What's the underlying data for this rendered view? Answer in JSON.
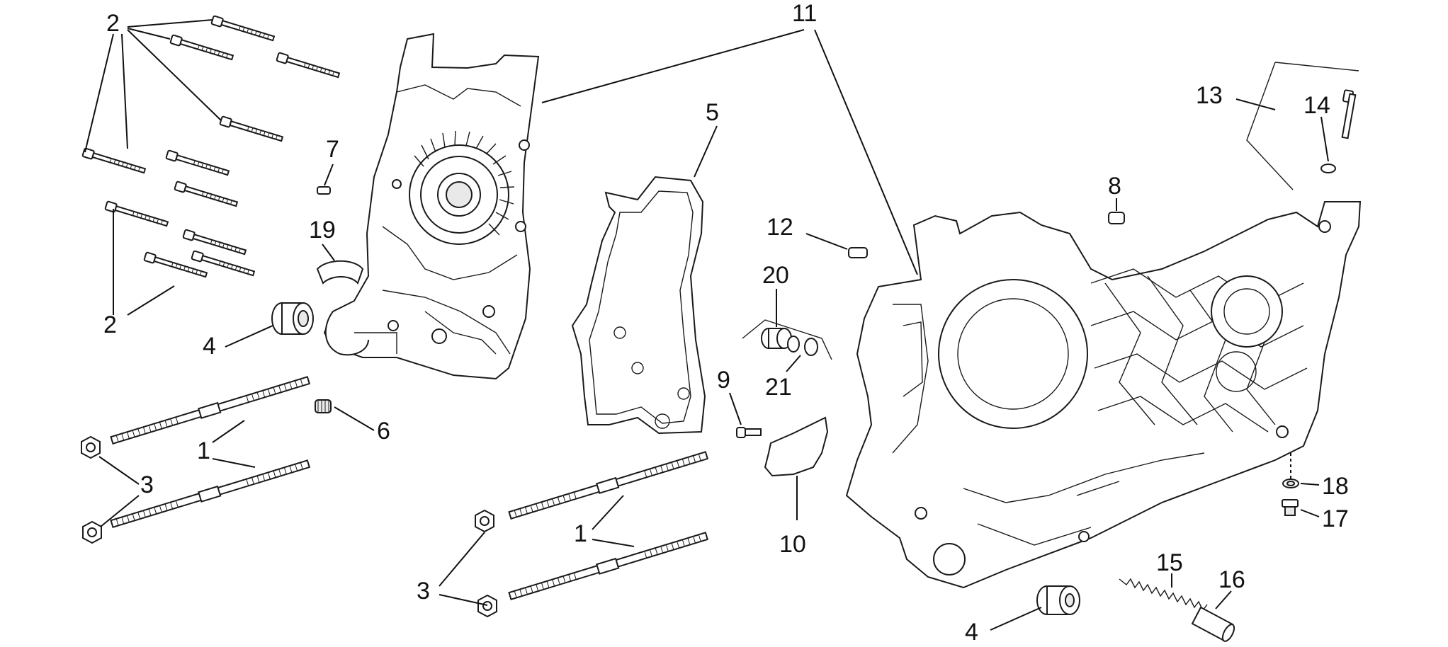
{
  "callouts": {
    "c1a": "1",
    "c1b": "1",
    "c2a": "2",
    "c2b": "2",
    "c3a": "3",
    "c3b": "3",
    "c4a": "4",
    "c4b": "4",
    "c5": "5",
    "c6": "6",
    "c7": "7",
    "c8": "8",
    "c9": "9",
    "c10": "10",
    "c11": "11",
    "c12": "12",
    "c13": "13",
    "c14": "14",
    "c15": "15",
    "c16": "16",
    "c17": "17",
    "c18": "18",
    "c19": "19",
    "c20": "20",
    "c21": "21"
  },
  "colors": {
    "line": "#1a1a1a",
    "paper": "#ffffff",
    "shade": "#e9e9e9"
  }
}
